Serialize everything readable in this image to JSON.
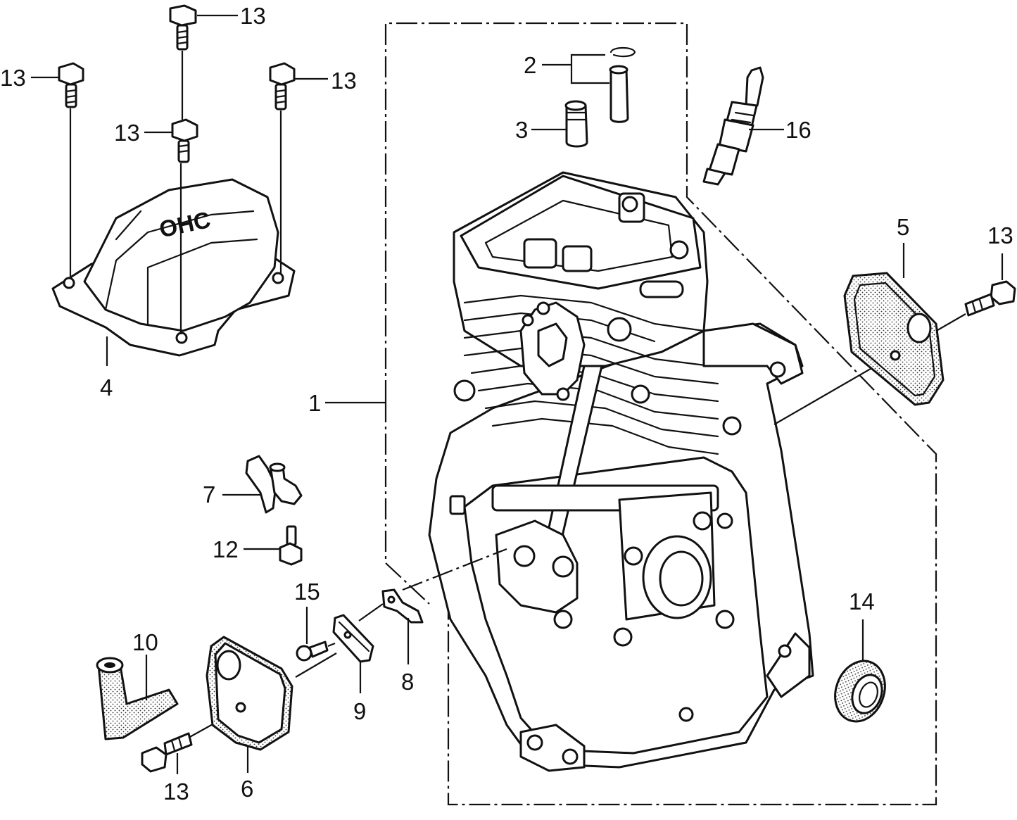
{
  "callouts": {
    "c1": "1",
    "c2": "2",
    "c3": "3",
    "c4": "4",
    "c5": "5",
    "c6": "6",
    "c7": "7",
    "c8": "8",
    "c9": "9",
    "c10": "10",
    "c12": "12",
    "c13_top": "13",
    "c13_left": "13",
    "c13_right_top": "13",
    "c13_mid": "13",
    "c13_right": "13",
    "c13_bottom": "13",
    "c14": "14",
    "c15": "15",
    "c16": "16"
  },
  "valve_cover": {
    "embossed_text": "OHC"
  }
}
